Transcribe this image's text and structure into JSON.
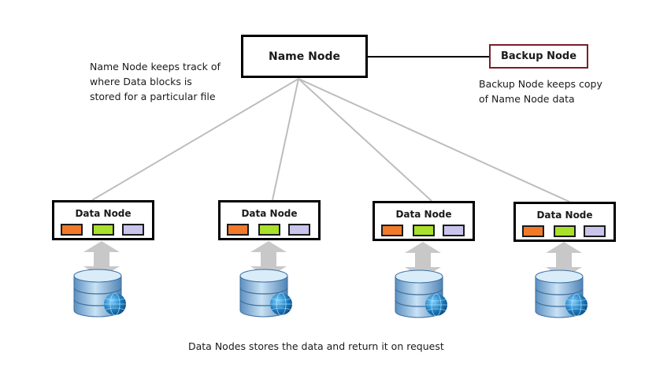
{
  "name_node": {
    "label": "Name Node"
  },
  "backup_node": {
    "label": "Backup Node"
  },
  "notes": {
    "name_node_note": [
      "Name Node keeps track of",
      "where Data blocks is",
      "stored for a particular file"
    ],
    "backup_node_note": [
      "Backup Node keeps copy",
      "of Name Node data"
    ],
    "data_nodes_note": "Data Nodes stores the data and return it on request"
  },
  "data_nodes": [
    {
      "label": "Data Node"
    },
    {
      "label": "Data Node"
    },
    {
      "label": "Data Node"
    },
    {
      "label": "Data Node"
    }
  ],
  "block_colors": [
    "#f07a2a",
    "#a8e02a",
    "#c8c4ec"
  ],
  "colors": {
    "connector": "#bdbdbd",
    "backup_border": "#7a1d2b",
    "arrow": "#c8c8c8",
    "db_body": "#9cc4e4",
    "globe": "#1f7fc0"
  }
}
